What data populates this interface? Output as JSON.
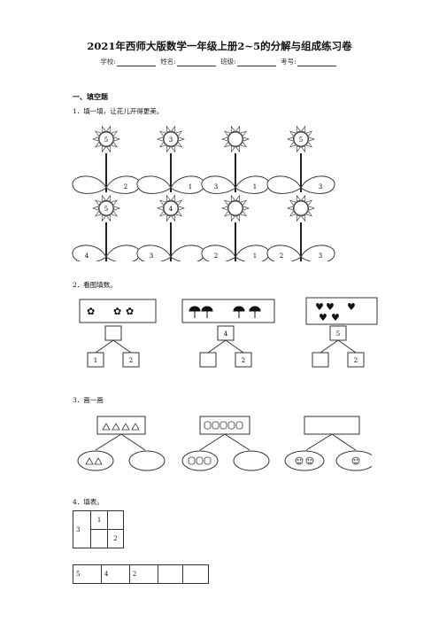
{
  "title": "2021年西师大版数学一年级上册2~5的分解与组成练习卷",
  "info": {
    "school": "学校:",
    "name": "姓名:",
    "class": "班级:",
    "exam_no": "考号:"
  },
  "section1": "一、填空题",
  "q1": {
    "label": "1．填一填，让花儿开得更美。",
    "flowers": [
      {
        "top": "5",
        "left": "",
        "right": "2"
      },
      {
        "top": "3",
        "left": "",
        "right": "1"
      },
      {
        "top": "",
        "left": "3",
        "right": "1"
      },
      {
        "top": "5",
        "left": "",
        "right": "3"
      },
      {
        "top": "5",
        "left": "4",
        "right": ""
      },
      {
        "top": "4",
        "left": "3",
        "right": ""
      },
      {
        "top": "",
        "left": "2",
        "right": "1"
      },
      {
        "top": "",
        "left": "2",
        "right": "3"
      }
    ]
  },
  "q2": {
    "label": "2．看图填数。",
    "groups": [
      {
        "top": "",
        "left": "1",
        "right": "2"
      },
      {
        "top": "4",
        "left": "",
        "right": "2"
      },
      {
        "top": "5",
        "left": "",
        "right": "2"
      }
    ]
  },
  "q3": {
    "label": "3．画一画"
  },
  "q4": {
    "label": "4．填表。",
    "t1": {
      "total": "3",
      "top_left": "1",
      "top_right": "",
      "bottom_left": "",
      "bottom_right": "2"
    },
    "t2": [
      "5",
      "4",
      "2",
      "",
      ""
    ]
  },
  "icons": [
    "sun-flower-icon",
    "flower-icon",
    "umbrella-icon",
    "heart-icon",
    "triangle-icon",
    "circle-icon",
    "smiley-icon"
  ]
}
